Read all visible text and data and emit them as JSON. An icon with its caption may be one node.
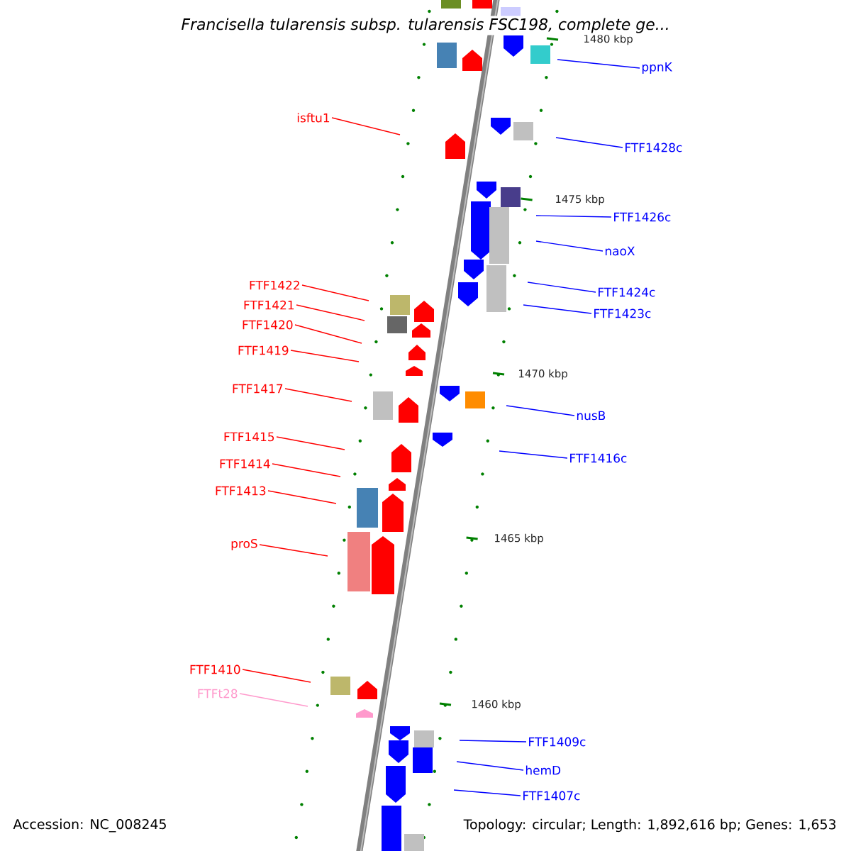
{
  "diagram": {
    "title": "Francisella tularensis subsp. tularensis FSC198, complete ge...",
    "nodes": [
      {
        "text": [
          "ppnK"
        ]
      },
      {
        "text": [
          "isftu1"
        ]
      },
      {
        "text": [
          "FTF1428c"
        ]
      },
      {
        "text": [
          "FTF1426c"
        ]
      },
      {
        "text": [
          "naoX"
        ]
      },
      {
        "text": [
          "FTF1422"
        ]
      },
      {
        "text": [
          "FTF1424c"
        ]
      },
      {
        "text": [
          "FTF1421"
        ]
      },
      {
        "text": [
          "FTF1423c"
        ]
      },
      {
        "text": [
          "FTF1420"
        ]
      },
      {
        "text": [
          "FTF1419"
        ]
      },
      {
        "text": [
          "FTF1417"
        ]
      },
      {
        "text": [
          "nusB"
        ]
      },
      {
        "text": [
          "FTF1415"
        ]
      },
      {
        "text": [
          "FTF1416c"
        ]
      },
      {
        "text": [
          "FTF1414"
        ]
      },
      {
        "text": [
          "FTF1413"
        ]
      },
      {
        "text": [
          "proS"
        ]
      },
      {
        "text": [
          "FTF1410"
        ]
      },
      {
        "text": [
          "FTFt28"
        ]
      },
      {
        "text": [
          "FTF1409c"
        ]
      },
      {
        "text": [
          "hemD"
        ]
      },
      {
        "text": [
          "FTF1407c"
        ]
      }
    ],
    "edges": [
      {
        "from": 0,
        "to": null,
        "arrow": "none",
        "color": "#0000ff"
      },
      {
        "from": 1,
        "to": null,
        "arrow": "none",
        "color": "#ff0000"
      },
      {
        "from": 2,
        "to": null,
        "arrow": "none",
        "color": "#0000ff"
      },
      {
        "from": 3,
        "to": null,
        "arrow": "none",
        "color": "#0000ff"
      },
      {
        "from": 4,
        "to": null,
        "arrow": "none",
        "color": "#0000ff"
      },
      {
        "from": 5,
        "to": null,
        "arrow": "none",
        "color": "#ff0000"
      },
      {
        "from": 6,
        "to": null,
        "arrow": "none",
        "color": "#0000ff"
      },
      {
        "from": 7,
        "to": null,
        "arrow": "none",
        "color": "#ff0000"
      },
      {
        "from": 8,
        "to": null,
        "arrow": "none",
        "color": "#0000ff"
      },
      {
        "from": 9,
        "to": null,
        "arrow": "none",
        "color": "#ff0000"
      },
      {
        "from": 10,
        "to": null,
        "arrow": "none",
        "color": "#ff0000"
      },
      {
        "from": 11,
        "to": null,
        "arrow": "none",
        "color": "#ff0000"
      },
      {
        "from": 12,
        "to": null,
        "arrow": "none",
        "color": "#0000ff"
      },
      {
        "from": 13,
        "to": null,
        "arrow": "none",
        "color": "#ff0000"
      },
      {
        "from": 14,
        "to": null,
        "arrow": "none",
        "color": "#0000ff"
      },
      {
        "from": 15,
        "to": null,
        "arrow": "none",
        "color": "#ff0000"
      },
      {
        "from": 16,
        "to": null,
        "arrow": "none",
        "color": "#ff0000"
      },
      {
        "from": 17,
        "to": null,
        "arrow": "none",
        "color": "#ff0000"
      },
      {
        "from": 18,
        "to": null,
        "arrow": "none",
        "color": "#ff0000"
      },
      {
        "from": 19,
        "to": null,
        "arrow": "none",
        "color": "#ff99cc"
      },
      {
        "from": 20,
        "to": null,
        "arrow": "none",
        "color": "#0000ff"
      },
      {
        "from": 21,
        "to": null,
        "arrow": "none",
        "color": "#0000ff"
      },
      {
        "from": 22,
        "to": null,
        "arrow": "none",
        "color": "#0000ff"
      }
    ],
    "labels": [
      "1480 kbp",
      "1475 kbp",
      "1470 kbp",
      "1465 kbp",
      "1460 kbp",
      "Accession: NC_008245",
      "Topology: circular; Length: 1,892,616 bp; Genes: 1,653"
    ]
  }
}
